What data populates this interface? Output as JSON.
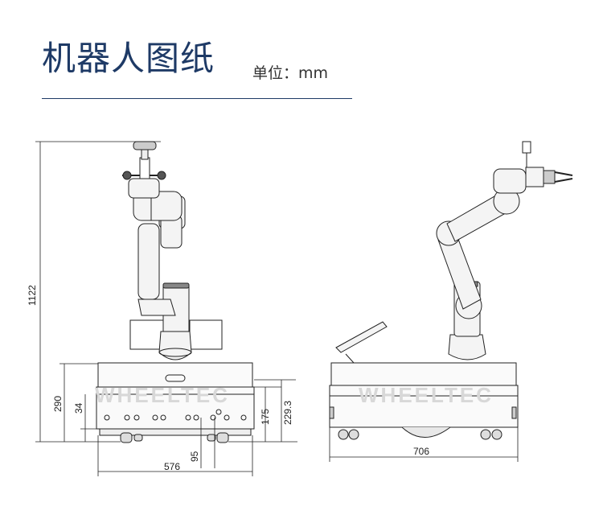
{
  "header": {
    "title": "机器人图纸",
    "unit": "单位：mm"
  },
  "watermark": "WHEELTEC",
  "dimensions": {
    "total_height": "1122",
    "base_height": "290",
    "ground_clearance": "34",
    "body_height": "175",
    "top_height": "229.3",
    "base_width": "576",
    "wheel_offset": "95",
    "side_length": "706"
  },
  "colors": {
    "title": "#1e3a66",
    "line": "#222222",
    "arm_fill": "#f4f4f4"
  }
}
